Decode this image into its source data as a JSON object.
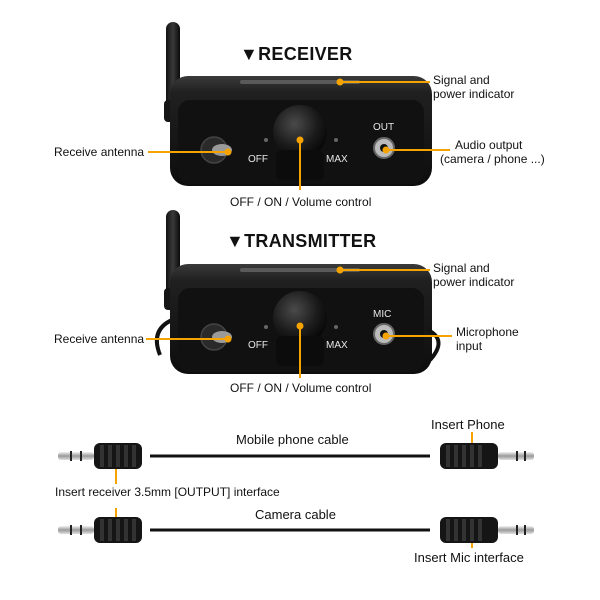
{
  "receiver": {
    "title": "▼RECEIVER",
    "panel": {
      "off": "OFF",
      "max": "MAX",
      "port": "OUT"
    },
    "callouts": {
      "indicator_1": "Signal and",
      "indicator_2": "power indicator",
      "antenna": "Receive antenna",
      "output_1": "Audio output",
      "output_2": "(camera / phone ...)",
      "knob": "OFF / ON / Volume control"
    }
  },
  "transmitter": {
    "title": "▼TRANSMITTER",
    "panel": {
      "off": "OFF",
      "max": "MAX",
      "port": "MIC"
    },
    "callouts": {
      "indicator_1": "Signal and",
      "indicator_2": "power indicator",
      "antenna": "Receive antenna",
      "mic_1": "Microphone",
      "mic_2": "input",
      "knob": "OFF / ON / Volume control"
    }
  },
  "cables": {
    "mobile": "Mobile phone cable",
    "insert_phone": "Insert Phone",
    "insert_receiver": "Insert receiver 3.5mm [OUTPUT] interface",
    "camera": "Camera cable",
    "insert_mic": "Insert Mic interface"
  },
  "colors": {
    "callout": "#f5a300",
    "device": "#1c1c1c",
    "cable": "#111111"
  }
}
